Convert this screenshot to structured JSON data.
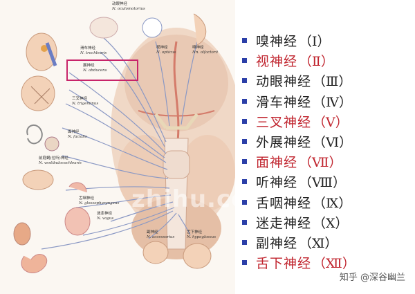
{
  "illustration": {
    "labels": [
      {
        "zh": "动眼神经",
        "en": "N. oculomotorius"
      },
      {
        "zh": "滑车神经",
        "en": "N. trochlearis"
      },
      {
        "zh": "视神经",
        "en": "N. opticus"
      },
      {
        "zh": "嗅神经",
        "en": "Nn. olfactorii"
      },
      {
        "zh": "展神经",
        "en": "N. abducens"
      },
      {
        "zh": "三叉神经",
        "en": "N. trigeminus"
      },
      {
        "zh": "面神经",
        "en": "N. facialis"
      },
      {
        "zh": "前庭蜗(位听)神经",
        "en": "N. vestibulocochlearis"
      },
      {
        "zh": "舌咽神经",
        "en": "N. glossopharyngeus"
      },
      {
        "zh": "迷走神经",
        "en": "N. vagus"
      },
      {
        "zh": "副神经",
        "en": "N. accessorius"
      },
      {
        "zh": "舌下神经",
        "en": "N. hypoglossus"
      }
    ],
    "watermark": "zhihu.com"
  },
  "nerves": [
    {
      "name": "嗅神经",
      "num": "（Ⅰ）",
      "highlight": false
    },
    {
      "name": "视神经",
      "num": "（Ⅱ）",
      "highlight": true
    },
    {
      "name": "动眼神经",
      "num": "（Ⅲ）",
      "highlight": false
    },
    {
      "name": "滑车神经",
      "num": "（Ⅳ）",
      "highlight": false
    },
    {
      "name": "三叉神经",
      "num": "（Ⅴ）",
      "highlight": true
    },
    {
      "name": "外展神经",
      "num": "（Ⅵ）",
      "highlight": false
    },
    {
      "name": "面神经",
      "num": "（Ⅶ）",
      "highlight": true
    },
    {
      "name": "听神经",
      "num": "（Ⅷ）",
      "highlight": false
    },
    {
      "name": "舌咽神经",
      "num": "（Ⅸ）",
      "highlight": false
    },
    {
      "name": "迷走神经",
      "num": "（Ⅹ）",
      "highlight": false
    },
    {
      "name": "副神经",
      "num": "（Ⅺ）",
      "highlight": false
    },
    {
      "name": "舌下神经",
      "num": "（Ⅻ）",
      "highlight": true
    }
  ],
  "footer": {
    "text": "知乎 @深谷幽兰"
  },
  "colors": {
    "bullet": "#2b3fa8",
    "highlight_text": "#c0242e",
    "highlight_box": "#c8246a",
    "nerve_line": "#8a98c4"
  }
}
